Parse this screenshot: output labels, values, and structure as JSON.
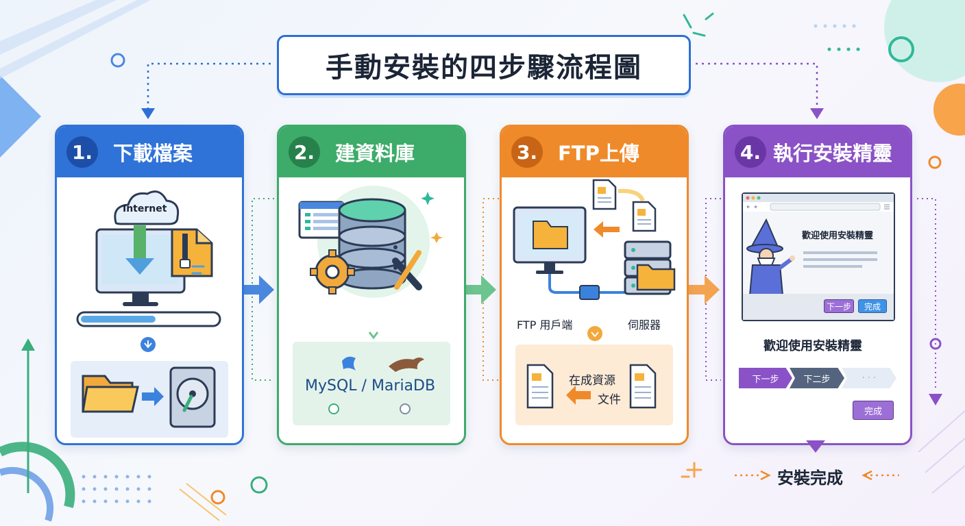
{
  "title": "手動安裝的四步驟流程圖",
  "steps": [
    {
      "number": "1.",
      "label": "下載檔案",
      "color": "#2f73d8",
      "internet_label": "Internet",
      "progress": 0.55
    },
    {
      "number": "2.",
      "label": "建資料庫",
      "color": "#3dab6a",
      "db_label": "MySQL / MariaDB"
    },
    {
      "number": "3.",
      "label": "FTP上傳",
      "color": "#ef8a2a",
      "client_label": "FTP 用戶端",
      "server_label": "伺服器",
      "files_label_line1": "在成資源",
      "files_label_line2": "文件"
    },
    {
      "number": "4.",
      "label": "執行安裝精靈",
      "color": "#8a52c6",
      "window_heading": "歡迎使用安裝精靈",
      "window_prev": "下一步",
      "window_finish": "完成",
      "caption": "歡迎使用安裝精靈",
      "step_prev": "下一步",
      "step_next": "下二步",
      "step_more": "· · ·",
      "finish_button": "完成"
    }
  ],
  "completion_label": "安裝完成"
}
